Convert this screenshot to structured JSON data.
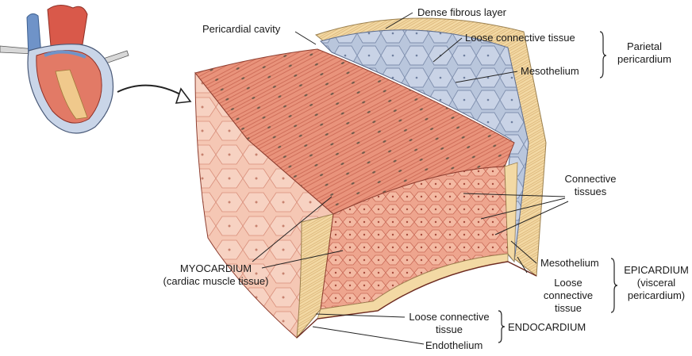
{
  "labels": {
    "pericardial_cavity": "Pericardial cavity",
    "dense_fibrous_layer": "Dense fibrous layer",
    "loose_connective_tissue_top": "Loose connective tissue",
    "mesothelium_top": "Mesothelium",
    "parietal_line1": "Parietal",
    "parietal_line2": "pericardium",
    "connective_line1": "Connective",
    "connective_line2": "tissues",
    "myocardium_line1": "MYOCARDIUM",
    "myocardium_line2": "(cardiac muscle tissue)",
    "mesothelium_bottom": "Mesothelium",
    "loose_ct_right_line1": "Loose",
    "loose_ct_right_line2": "connective",
    "loose_ct_right_line3": "tissue",
    "epicardium_line1": "EPICARDIUM",
    "epicardium_line2": "(visceral",
    "epicardium_line3": "pericardium)",
    "loose_ct_bottom_line1": "Loose connective",
    "loose_ct_bottom_line2": "tissue",
    "endothelium": "Endothelium",
    "endocardium": "ENDOCARDIUM"
  },
  "colors": {
    "muscle_light": "#f2b49c",
    "muscle_mid": "#e48a72",
    "muscle_dark": "#c2604e",
    "connective_yellow": "#f3d9a4",
    "mesothelium_blue": "#aebcd6",
    "heart_red": "#d9594a",
    "vessel_blue": "#6f93c8",
    "line": "#222222"
  }
}
